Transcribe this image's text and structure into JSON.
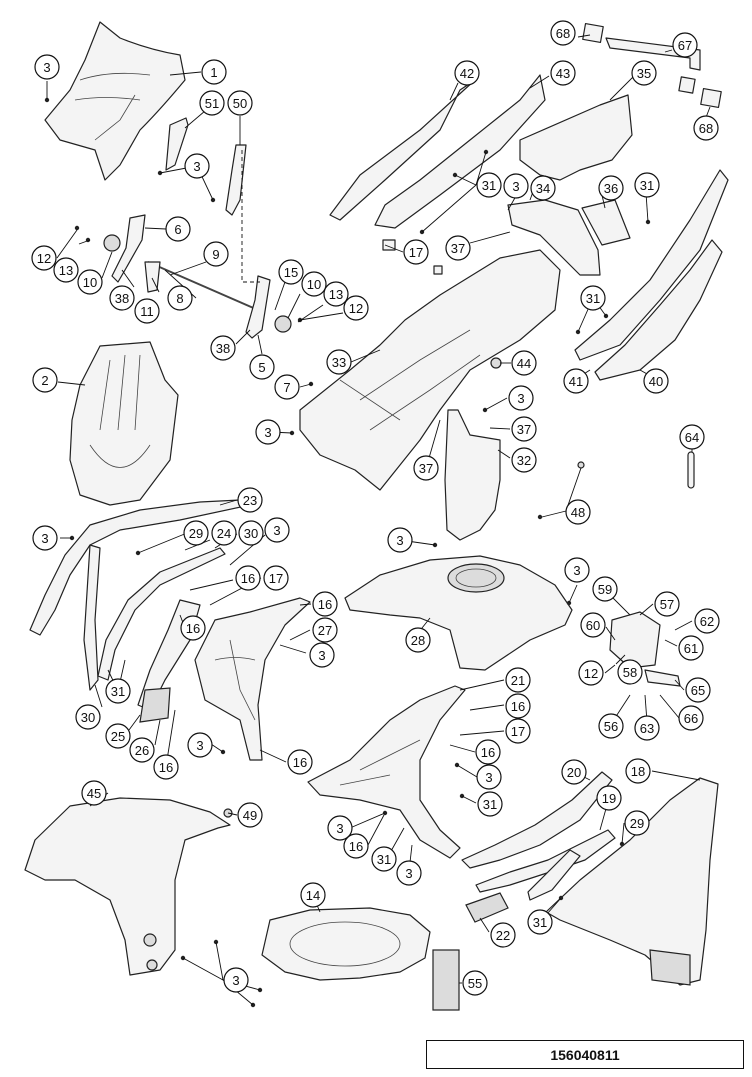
{
  "diagram": {
    "drawing_number": "156040811",
    "callouts": [
      {
        "id": "c1",
        "label": "3"
      },
      {
        "id": "c2",
        "label": "1"
      },
      {
        "id": "c3",
        "label": "51"
      },
      {
        "id": "c4",
        "label": "50"
      },
      {
        "id": "c5",
        "label": "3"
      },
      {
        "id": "c6",
        "label": "6"
      },
      {
        "id": "c7",
        "label": "12"
      },
      {
        "id": "c8",
        "label": "13"
      },
      {
        "id": "c9",
        "label": "10"
      },
      {
        "id": "c10",
        "label": "38"
      },
      {
        "id": "c11",
        "label": "11"
      },
      {
        "id": "c12",
        "label": "9"
      },
      {
        "id": "c13",
        "label": "8"
      },
      {
        "id": "c14",
        "label": "15"
      },
      {
        "id": "c15",
        "label": "10"
      },
      {
        "id": "c16",
        "label": "13"
      },
      {
        "id": "c17",
        "label": "12"
      },
      {
        "id": "c18",
        "label": "38"
      },
      {
        "id": "c19",
        "label": "5"
      },
      {
        "id": "c20",
        "label": "2"
      },
      {
        "id": "c21",
        "label": "42"
      },
      {
        "id": "c22",
        "label": "43"
      },
      {
        "id": "c23",
        "label": "68"
      },
      {
        "id": "c24",
        "label": "67"
      },
      {
        "id": "c25",
        "label": "35"
      },
      {
        "id": "c26",
        "label": "68"
      },
      {
        "id": "c27",
        "label": "31"
      },
      {
        "id": "c28",
        "label": "3"
      },
      {
        "id": "c29",
        "label": "34"
      },
      {
        "id": "c30",
        "label": "36"
      },
      {
        "id": "c31",
        "label": "31"
      },
      {
        "id": "c32",
        "label": "17"
      },
      {
        "id": "c33",
        "label": "37"
      },
      {
        "id": "c34",
        "label": "31"
      },
      {
        "id": "c35",
        "label": "33"
      },
      {
        "id": "c36",
        "label": "44"
      },
      {
        "id": "c37",
        "label": "41"
      },
      {
        "id": "c38",
        "label": "40"
      },
      {
        "id": "c39",
        "label": "7"
      },
      {
        "id": "c40",
        "label": "3"
      },
      {
        "id": "c41",
        "label": "3"
      },
      {
        "id": "c42",
        "label": "37"
      },
      {
        "id": "c43",
        "label": "37"
      },
      {
        "id": "c44",
        "label": "32"
      },
      {
        "id": "c45",
        "label": "64"
      },
      {
        "id": "c46",
        "label": "48"
      },
      {
        "id": "c47",
        "label": "23"
      },
      {
        "id": "c48",
        "label": "3"
      },
      {
        "id": "c49",
        "label": "29"
      },
      {
        "id": "c50",
        "label": "24"
      },
      {
        "id": "c51",
        "label": "30"
      },
      {
        "id": "c52",
        "label": "3"
      },
      {
        "id": "c53",
        "label": "16"
      },
      {
        "id": "c54",
        "label": "17"
      },
      {
        "id": "c55",
        "label": "16"
      },
      {
        "id": "c56",
        "label": "16"
      },
      {
        "id": "c57",
        "label": "27"
      },
      {
        "id": "c58",
        "label": "3"
      },
      {
        "id": "c59",
        "label": "31"
      },
      {
        "id": "c60",
        "label": "30"
      },
      {
        "id": "c61",
        "label": "25"
      },
      {
        "id": "c62",
        "label": "26"
      },
      {
        "id": "c63",
        "label": "16"
      },
      {
        "id": "c64",
        "label": "3"
      },
      {
        "id": "c65",
        "label": "16"
      },
      {
        "id": "c66",
        "label": "3"
      },
      {
        "id": "c67",
        "label": "28"
      },
      {
        "id": "c68",
        "label": "3"
      },
      {
        "id": "c69",
        "label": "59"
      },
      {
        "id": "c70",
        "label": "57"
      },
      {
        "id": "c71",
        "label": "60"
      },
      {
        "id": "c72",
        "label": "62"
      },
      {
        "id": "c73",
        "label": "61"
      },
      {
        "id": "c74",
        "label": "12"
      },
      {
        "id": "c75",
        "label": "58"
      },
      {
        "id": "c76",
        "label": "65"
      },
      {
        "id": "c77",
        "label": "56"
      },
      {
        "id": "c78",
        "label": "63"
      },
      {
        "id": "c79",
        "label": "66"
      },
      {
        "id": "c80",
        "label": "21"
      },
      {
        "id": "c81",
        "label": "16"
      },
      {
        "id": "c82",
        "label": "17"
      },
      {
        "id": "c83",
        "label": "16"
      },
      {
        "id": "c84",
        "label": "3"
      },
      {
        "id": "c85",
        "label": "31"
      },
      {
        "id": "c86",
        "label": "3"
      },
      {
        "id": "c87",
        "label": "16"
      },
      {
        "id": "c88",
        "label": "31"
      },
      {
        "id": "c89",
        "label": "3"
      },
      {
        "id": "c90",
        "label": "45"
      },
      {
        "id": "c91",
        "label": "49"
      },
      {
        "id": "c92",
        "label": "20"
      },
      {
        "id": "c93",
        "label": "18"
      },
      {
        "id": "c94",
        "label": "19"
      },
      {
        "id": "c95",
        "label": "29"
      },
      {
        "id": "c96",
        "label": "14"
      },
      {
        "id": "c97",
        "label": "22"
      },
      {
        "id": "c98",
        "label": "31"
      },
      {
        "id": "c99",
        "label": "3"
      },
      {
        "id": "c100",
        "label": "55"
      }
    ]
  }
}
